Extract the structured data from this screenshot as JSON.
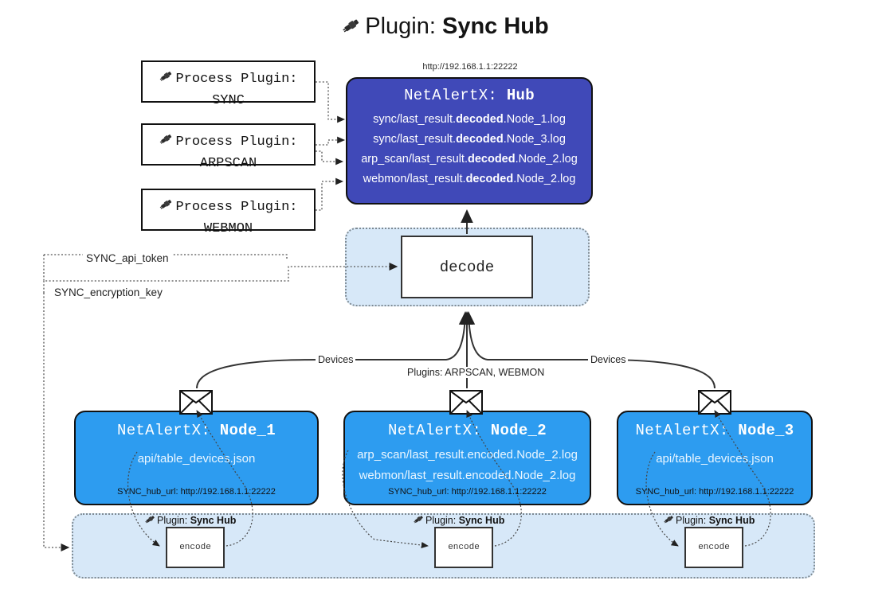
{
  "title": {
    "icon": "plug-icon",
    "prefix": "Plugin: ",
    "name": "Sync Hub"
  },
  "hub_url": "http://192.168.1.1:22222",
  "process_plugins": [
    {
      "icon": "plug-icon",
      "line1": "Process Plugin:",
      "line2": "SYNC"
    },
    {
      "icon": "plug-icon",
      "line1": "Process Plugin:",
      "line2": "ARPSCAN"
    },
    {
      "icon": "plug-icon",
      "line1": "Process Plugin:",
      "line2": "WEBMON"
    }
  ],
  "hub": {
    "head_prefix": "NetAlertX: ",
    "head_name": "Hub",
    "logs": [
      {
        "pre": "sync/last_result.",
        "em": "decoded",
        "post": ".Node_1.log"
      },
      {
        "pre": "sync/last_result.",
        "em": "decoded",
        "post": ".Node_3.log"
      },
      {
        "pre": "arp_scan/last_result.",
        "em": "decoded",
        "post": ".Node_2.log"
      },
      {
        "pre": "webmon/last_result.",
        "em": "decoded",
        "post": ".Node_2.log"
      }
    ]
  },
  "decode": {
    "label": "decode"
  },
  "keys": {
    "api_token": "SYNC_api_token",
    "encryption_key": "SYNC_encryption_key"
  },
  "edges": {
    "devices_left": "Devices",
    "plugins_center": "Plugins: ARPSCAN, WEBMON",
    "devices_right": "Devices"
  },
  "nodes": [
    {
      "head_prefix": "NetAlertX: ",
      "head_name": "Node_1",
      "lines": [
        "api/table_devices.json"
      ],
      "url_label": "SYNC_hub_url: http://192.168.1.1:22222",
      "encode_label_prefix": "Plugin: ",
      "encode_label_name": "Sync Hub",
      "encode_box": "encode"
    },
    {
      "head_prefix": "NetAlertX: ",
      "head_name": "Node_2",
      "lines": [
        "arp_scan/last_result.encoded.Node_2.log",
        "webmon/last_result.encoded.Node_2.log"
      ],
      "url_label": "SYNC_hub_url: http://192.168.1.1:22222",
      "encode_label_prefix": "Plugin: ",
      "encode_label_name": "Sync Hub",
      "encode_box": "encode"
    },
    {
      "head_prefix": "NetAlertX: ",
      "head_name": "Node_3",
      "lines": [
        "api/table_devices.json"
      ],
      "url_label": "SYNC_hub_url: http://192.168.1.1:22222",
      "encode_label_prefix": "Plugin: ",
      "encode_label_name": "Sync Hub",
      "encode_box": "encode"
    }
  ],
  "colors": {
    "hub_fill": "#4049b8",
    "node_fill": "#2d9cf0",
    "container_fill": "#d7e8f8",
    "stroke": "#111111"
  }
}
